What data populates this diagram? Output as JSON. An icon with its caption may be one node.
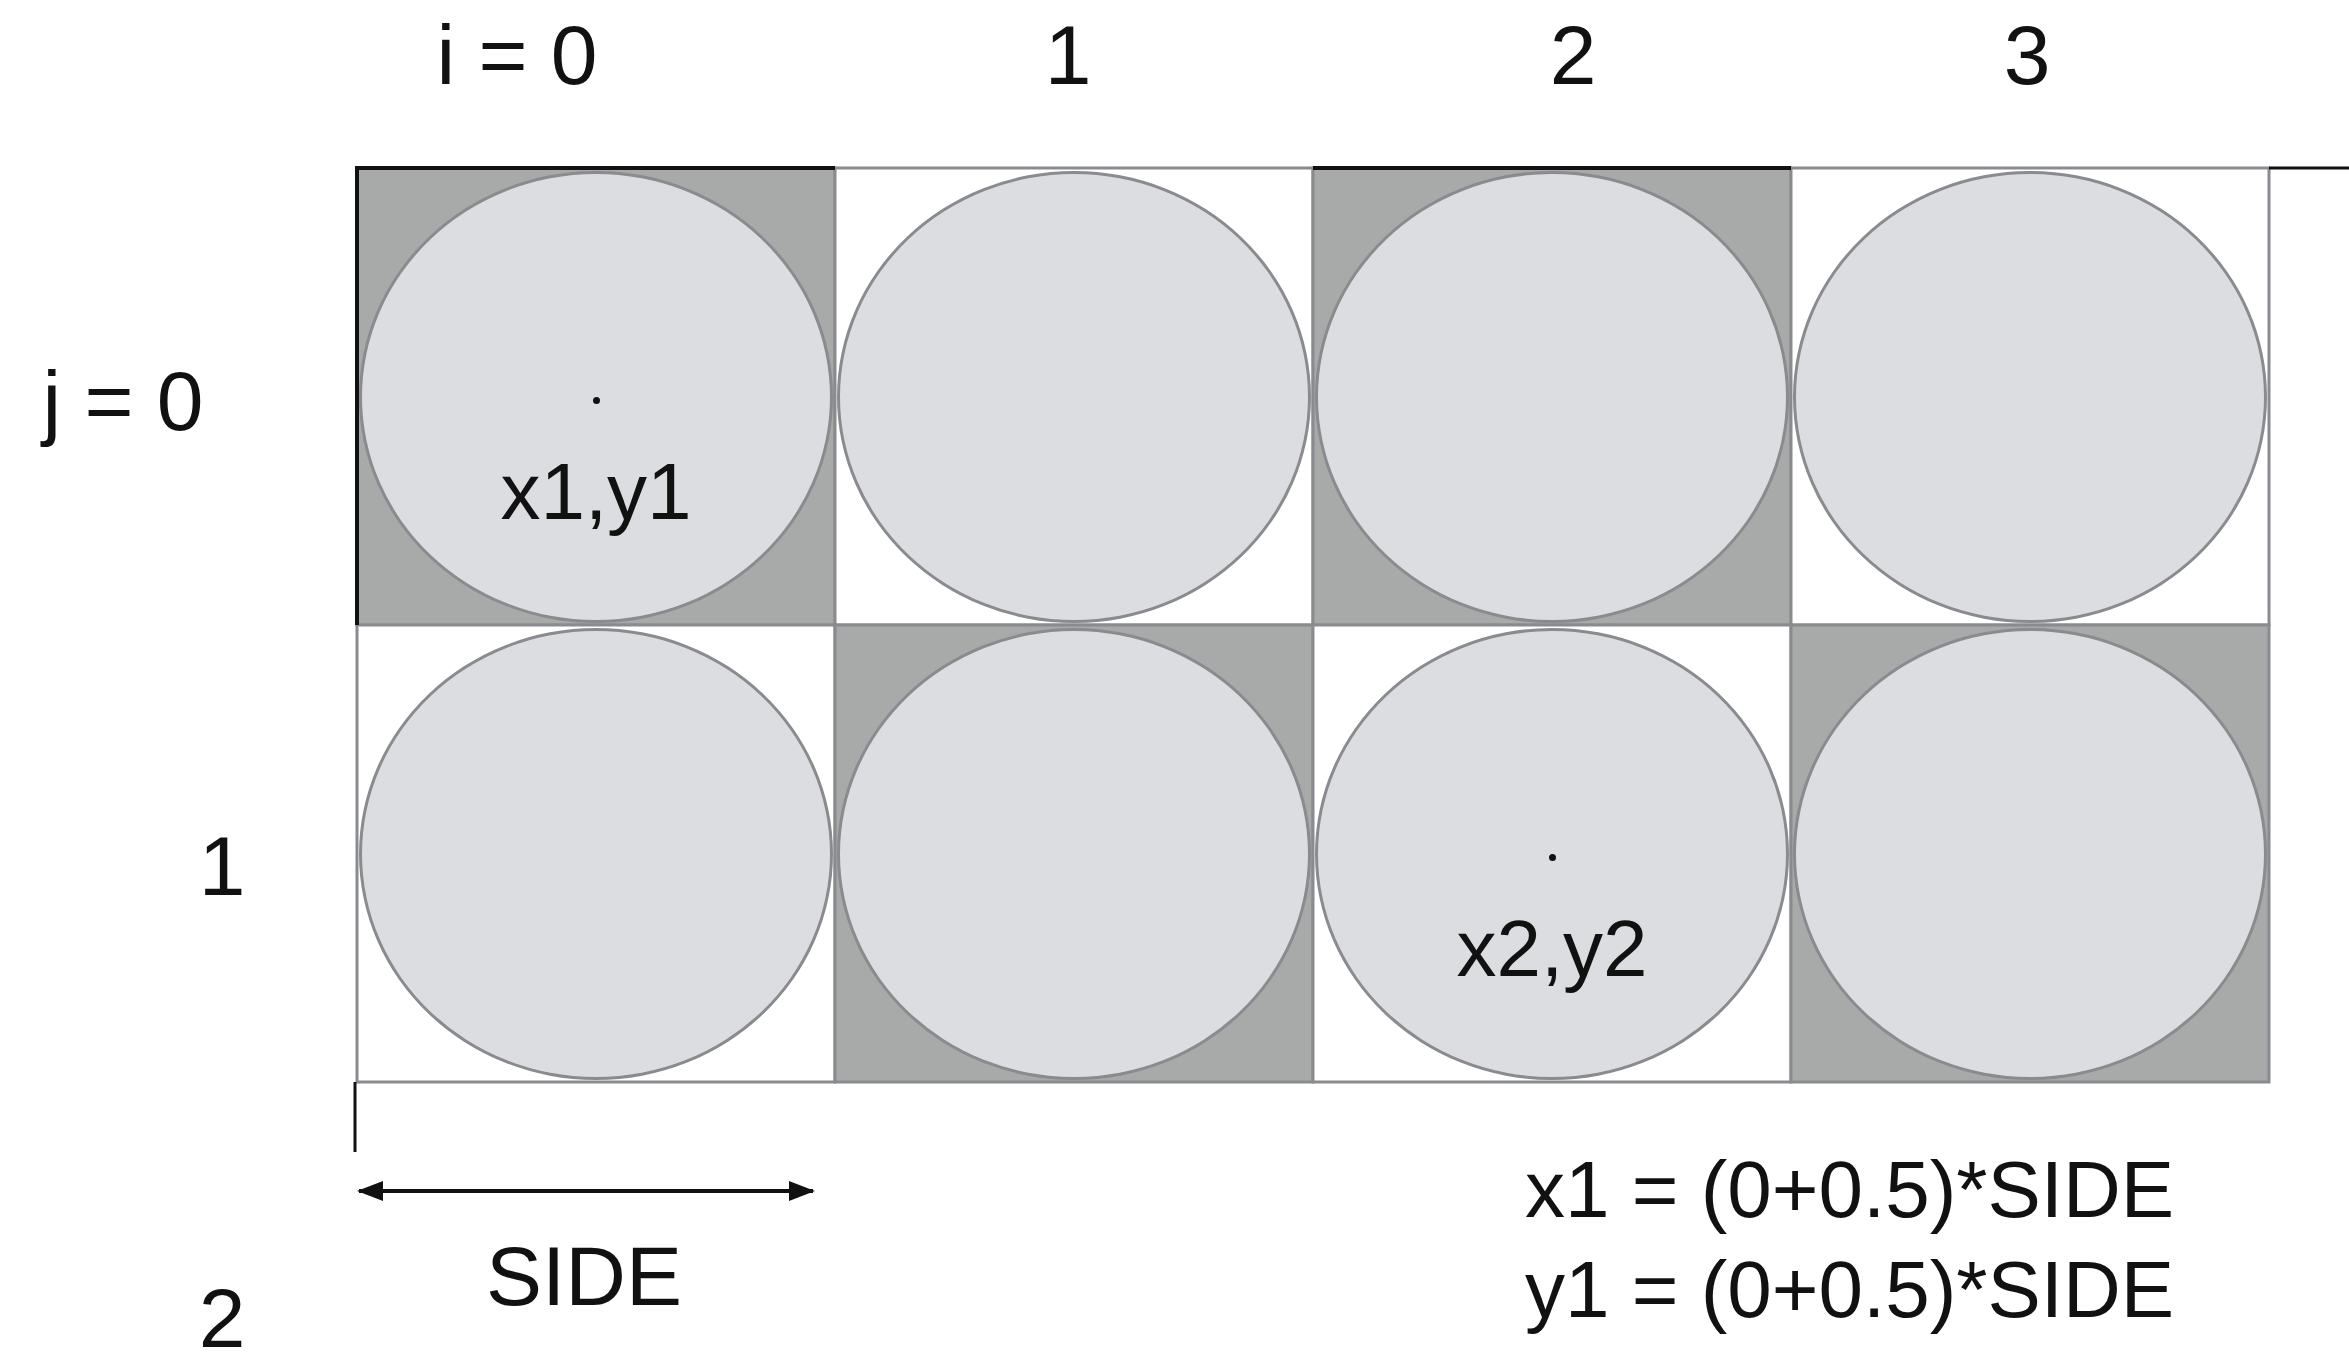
{
  "diagram": {
    "nodes": [
      {
        "text": [
          "x1,y1"
        ]
      },
      {
        "text": [],
        "shape": "circle"
      },
      {
        "text": [],
        "shape": "circle"
      },
      {
        "text": [],
        "shape": "circle"
      },
      {
        "text": [],
        "shape": "circle"
      },
      {
        "text": [],
        "shape": "circle"
      },
      {
        "text": [
          "x2,y2"
        ]
      },
      {
        "text": [],
        "shape": "circle"
      }
    ],
    "edges": [],
    "labels": [
      "i = 0",
      "1",
      "2",
      "3",
      "j = 0",
      "1",
      "SIDE",
      "2",
      "x1 = (0+0.5)*SIDE",
      "y1 = (0+0.5)*SIDE"
    ]
  }
}
